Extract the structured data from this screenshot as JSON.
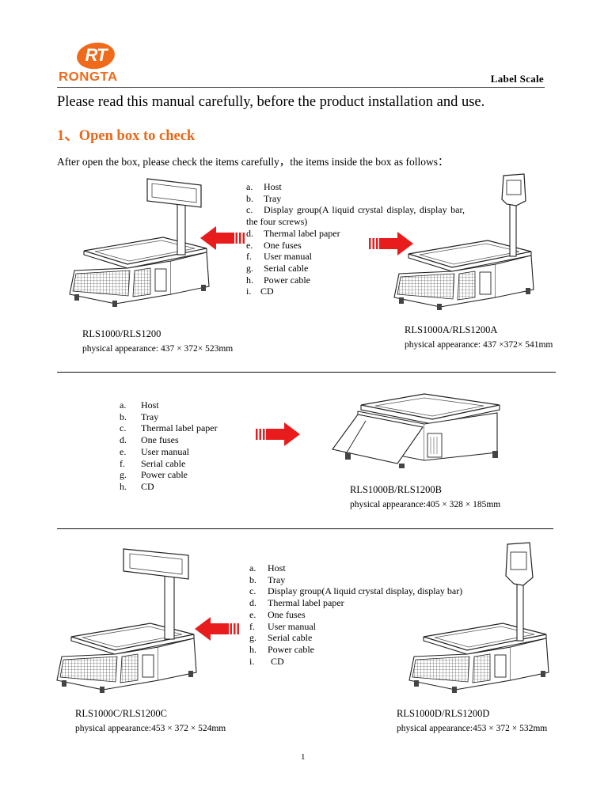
{
  "header": {
    "logo_mark": "RT",
    "logo_text": "RONGTA",
    "brand_color": "#ef6a1a",
    "doc_title": "Label Scale"
  },
  "intro": "Please read this manual carefully, before the product installation and use.",
  "section": {
    "heading": "1、Open box to check",
    "heading_color": "#e8681a",
    "lead": "After open the box, please check the items carefully，the items inside the box as follows："
  },
  "groups": [
    {
      "items": [
        {
          "marker": "a.",
          "text": "Host"
        },
        {
          "marker": "b.",
          "text": "Tray"
        },
        {
          "marker": "c.",
          "text": "Display group(A liquid crystal display, display bar, the four screws)"
        },
        {
          "marker": "d.",
          "text": "Thermal label paper"
        },
        {
          "marker": "e.",
          "text": "One fuses"
        },
        {
          "marker": "f.",
          "text": "User manual"
        },
        {
          "marker": "g.",
          "text": "Serial cable"
        },
        {
          "marker": "h.",
          "text": "Power cable"
        },
        {
          "marker": "i.",
          "text": "CD"
        }
      ],
      "models": [
        {
          "name": "RLS1000/RLS1200",
          "appearance": "physical appearance: 437 × 372× 523mm",
          "arrow": "left",
          "type": "pole-bar-display"
        },
        {
          "name": "RLS1000A/RLS1200A",
          "appearance": "physical appearance: 437 ×372× 541mm",
          "arrow": "right",
          "type": "pole-lcd-display"
        }
      ]
    },
    {
      "items": [
        {
          "marker": "a.",
          "text": "Host"
        },
        {
          "marker": "b.",
          "text": "Tray"
        },
        {
          "marker": "c.",
          "text": "Thermal label paper"
        },
        {
          "marker": "d.",
          "text": "One fuses"
        },
        {
          "marker": "e.",
          "text": "User manual"
        },
        {
          "marker": "f.",
          "text": "Serial cable"
        },
        {
          "marker": "g.",
          "text": "Power cable"
        },
        {
          "marker": "h.",
          "text": "CD"
        }
      ],
      "models": [
        {
          "name": "RLS1000B/RLS1200B",
          "appearance": "physical appearance:405 × 328 × 185mm",
          "arrow": "right",
          "type": "flat"
        }
      ]
    },
    {
      "items": [
        {
          "marker": "a.",
          "text": "Host"
        },
        {
          "marker": "b.",
          "text": "Tray"
        },
        {
          "marker": "c.",
          "text": "Display group(A liquid crystal display, display bar)"
        },
        {
          "marker": "d.",
          "text": "Thermal label paper"
        },
        {
          "marker": "e.",
          "text": "One fuses"
        },
        {
          "marker": "f.",
          "text": "User manual"
        },
        {
          "marker": "g.",
          "text": "Serial cable"
        },
        {
          "marker": "h.",
          "text": "Power cable"
        },
        {
          "marker": "i.",
          "text": "CD"
        }
      ],
      "models": [
        {
          "name": "RLS1000C/RLS1200C",
          "appearance": "physical appearance:453 × 372 × 524mm",
          "arrow": "left",
          "type": "pole-bar-display"
        },
        {
          "name": "RLS1000D/RLS1200D",
          "appearance": "physical appearance:453 × 372 × 532mm",
          "arrow": "none",
          "type": "pole-lcd-display"
        }
      ]
    }
  ],
  "arrow_color": "#e81c1c",
  "page_number": "1"
}
